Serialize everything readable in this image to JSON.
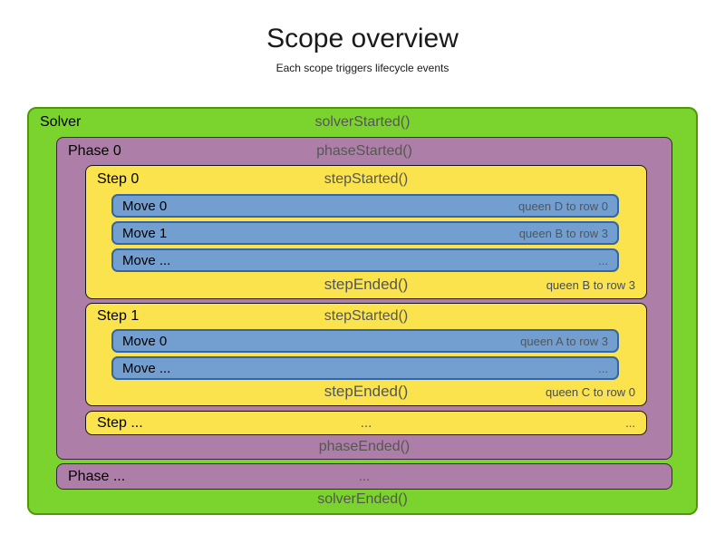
{
  "title": "Scope overview",
  "subtitle": "Each scope triggers lifecycle events",
  "colors": {
    "solver_green_fill": "#7bd42e",
    "solver_green_border": "#4e9a06",
    "phase_purple_fill": "#ad7fa8",
    "phase_purple_border": "#3a2240",
    "step_yellow_fill": "#fae34c",
    "step_yellow_border": "#141414",
    "move_blue_fill": "#729fcf",
    "move_blue_border": "#3465a4",
    "event_text": "#555753",
    "note_text": "#494d50",
    "label_text": "#000000"
  },
  "solver": {
    "label": "Solver",
    "started_event": "solverStarted()",
    "ended_event": "solverEnded()",
    "phase": {
      "label": "Phase 0",
      "started_event": "phaseStarted()",
      "ended_event": "phaseEnded()",
      "steps": [
        {
          "label": "Step 0",
          "started_event": "stepStarted()",
          "ended_event": "stepEnded()",
          "ended_note": "queen B to row 3",
          "moves": [
            {
              "label": "Move 0",
              "note": "queen D to row 0"
            },
            {
              "label": "Move 1",
              "note": "queen B to row 3"
            },
            {
              "label": "Move ...",
              "note": "..."
            }
          ]
        },
        {
          "label": "Step 1",
          "started_event": "stepStarted()",
          "ended_event": "stepEnded()",
          "ended_note": "queen C to row 0",
          "moves": [
            {
              "label": "Move 0",
              "note": "queen A to row 3"
            },
            {
              "label": "Move ...",
              "note": "..."
            }
          ]
        }
      ],
      "step_more": {
        "label": "Step ...",
        "center": "...",
        "right": "..."
      }
    },
    "phase_more": {
      "label": "Phase ...",
      "center": "..."
    }
  }
}
